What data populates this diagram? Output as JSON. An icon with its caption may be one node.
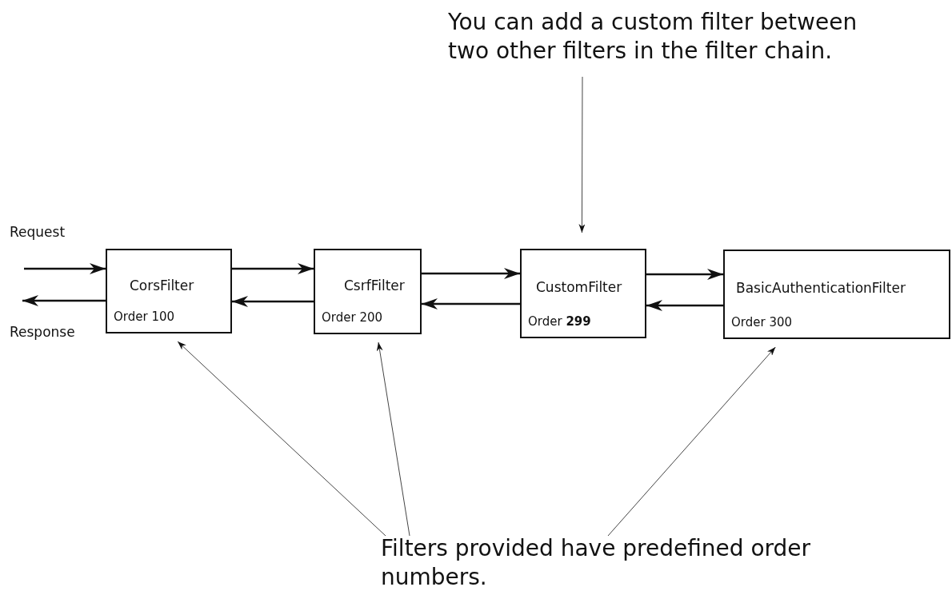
{
  "diagram": {
    "nodes": [
      {
        "text": [
          "You can add a custom filter between two other filters in the filter chain."
        ]
      },
      {
        "text": [
          "CorsFilter",
          "Order 100"
        ]
      },
      {
        "text": [
          "CsrfFilter",
          "Order 200"
        ]
      },
      {
        "text": [
          "CustomFilter",
          "Order **299**"
        ]
      },
      {
        "text": [
          "BasicAuthenticationFilter",
          "Order 300"
        ]
      },
      {
        "text": [
          "Filters provided have predefined order numbers."
        ]
      }
    ],
    "edges": [
      {
        "from": null,
        "to": 1,
        "arrow": "to",
        "label": "Request"
      },
      {
        "from": 1,
        "to": null,
        "arrow": "to",
        "label": "Response"
      },
      {
        "from": 1,
        "to": 2,
        "arrow": "to"
      },
      {
        "from": 2,
        "to": 1,
        "arrow": "to"
      },
      {
        "from": 2,
        "to": 3,
        "arrow": "to"
      },
      {
        "from": 3,
        "to": 2,
        "arrow": "to"
      },
      {
        "from": 3,
        "to": 4,
        "arrow": "to"
      },
      {
        "from": 4,
        "to": 3,
        "arrow": "to"
      },
      {
        "from": 0,
        "to": 3,
        "arrow": "to"
      },
      {
        "from": 5,
        "to": 1,
        "arrow": "to"
      },
      {
        "from": 5,
        "to": 2,
        "arrow": "to"
      },
      {
        "from": 5,
        "to": 4,
        "arrow": "to"
      }
    ]
  }
}
